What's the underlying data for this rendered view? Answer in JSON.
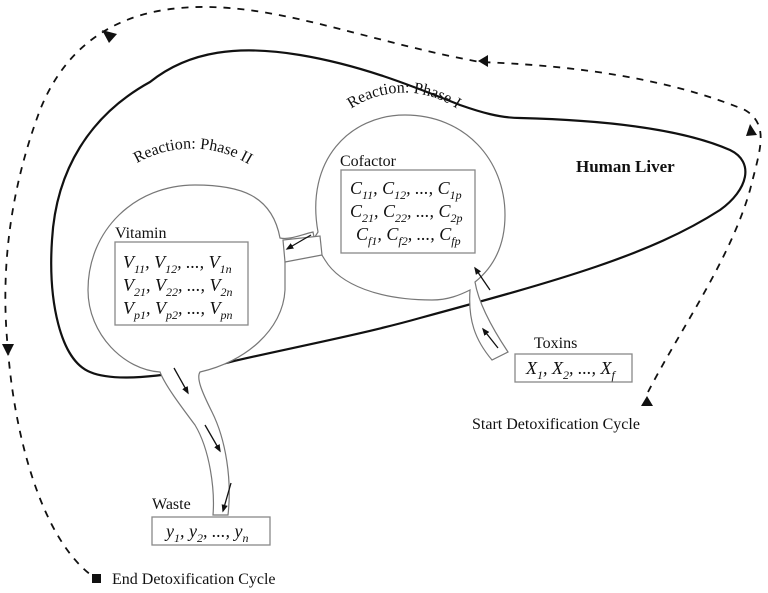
{
  "diagram": {
    "organ_label": "Human Liver",
    "start_label": "Start Detoxification Cycle",
    "end_label": "End Detoxification Cycle",
    "phase1": {
      "arc_label": "Reaction: Phase I",
      "box_title": "Cofactor",
      "rows": [
        [
          "C",
          "11",
          ", C",
          "12",
          ", ..., C",
          "1p"
        ],
        [
          "C",
          "21",
          ", C",
          "22",
          ", ..., C",
          "2p"
        ],
        [
          "C",
          "f1",
          ", C",
          "f2",
          ", ..., C",
          "fp"
        ]
      ]
    },
    "phase2": {
      "arc_label": "Reaction: Phase II",
      "box_title": "Vitamin",
      "rows": [
        [
          "V",
          "11",
          ", V",
          "12",
          ", ..., V",
          "1n"
        ],
        [
          "V",
          "21",
          ", V",
          "22",
          ", ..., V",
          "2n"
        ],
        [
          "V",
          "p1",
          ", V",
          "p2",
          ", ..., V",
          "pn"
        ]
      ]
    },
    "toxins": {
      "title": "Toxins",
      "row": [
        "X",
        "1",
        ", X",
        "2",
        ", ..., X",
        "f"
      ]
    },
    "waste": {
      "title": "Waste",
      "row": [
        "y",
        "1",
        ", y",
        "2",
        ", ..., y",
        "n"
      ]
    },
    "colors": {
      "line": "#111111",
      "organ_stroke": "#777777",
      "background": "#ffffff"
    }
  }
}
